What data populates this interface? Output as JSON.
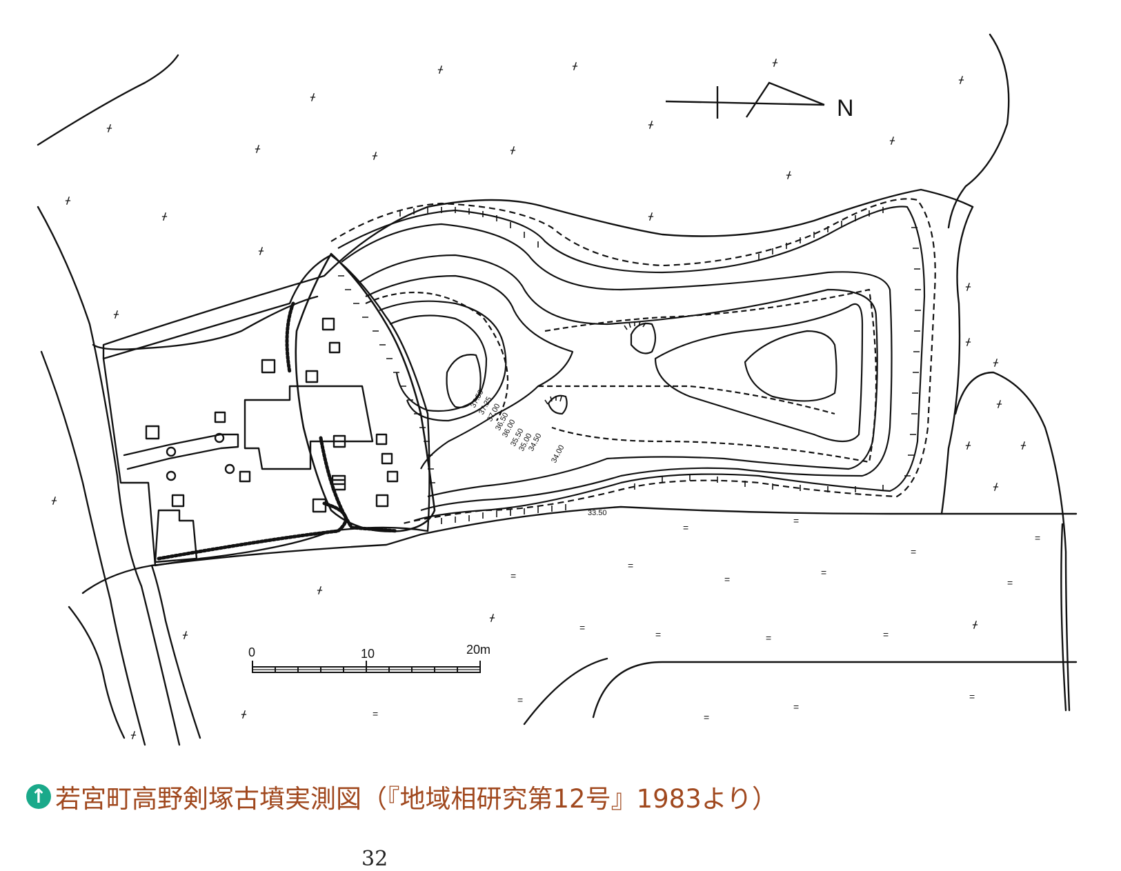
{
  "north_label": "N",
  "scale_bar": {
    "labels": [
      "0",
      "10",
      "20m"
    ]
  },
  "contour_labels": [
    "37.50",
    "37.25",
    "37.00",
    "36.50",
    "36.00",
    "35.50",
    "35.00",
    "34.50",
    "34.00",
    "33.50"
  ],
  "caption": "若宮町高野剣塚古墳実測図（『地域相研究第12号』1983より）",
  "caption_icon": "arrow-up-circle-icon",
  "page_number": "32",
  "colors": {
    "caption": "#a0481e",
    "icon_bg": "#1aa98a",
    "ink": "#111111"
  }
}
